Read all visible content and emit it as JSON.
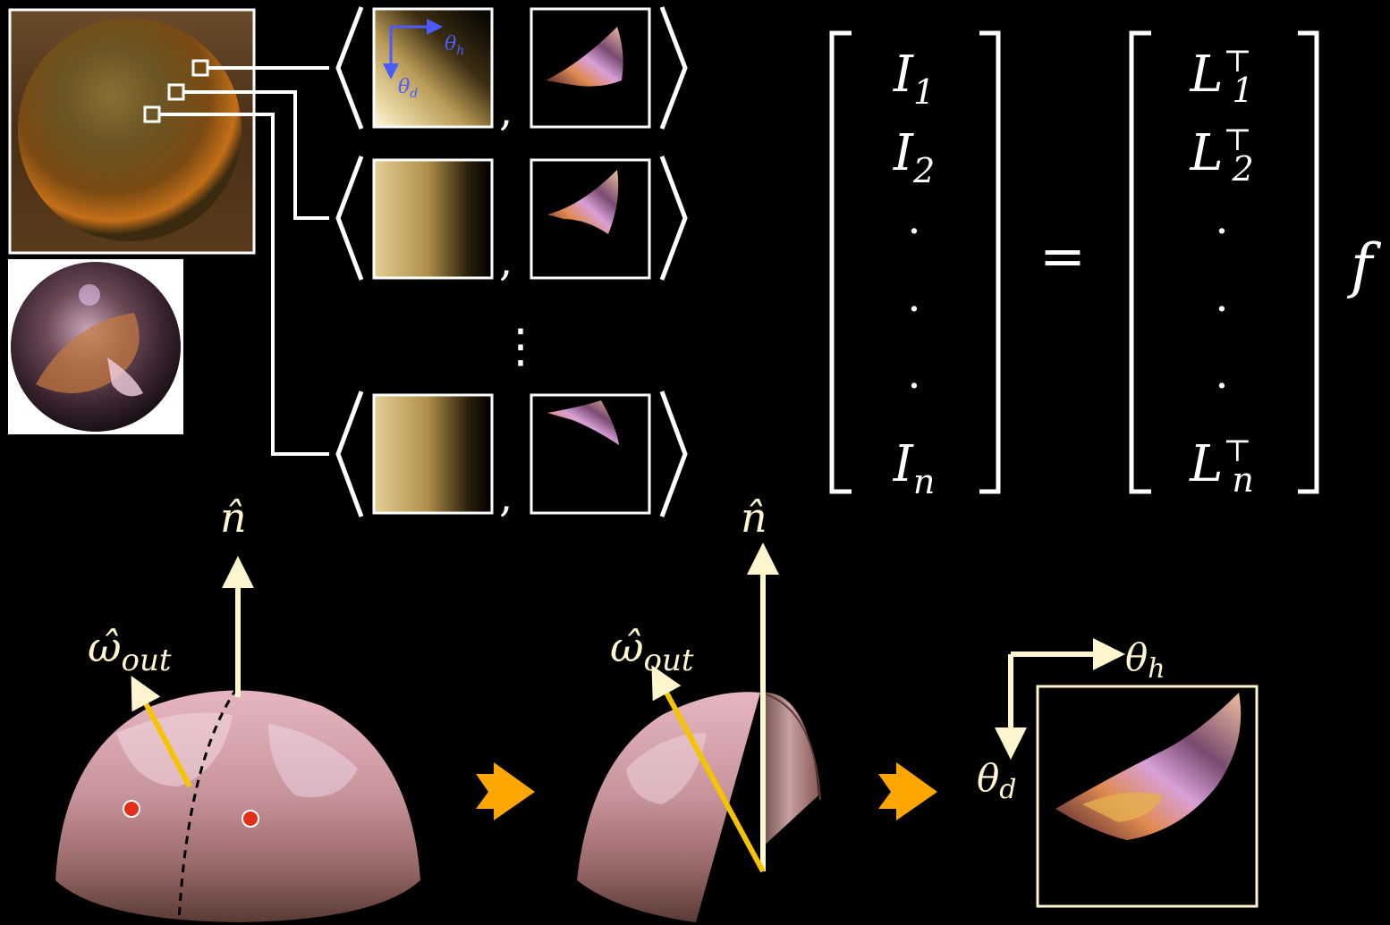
{
  "colors": {
    "background": "#000000",
    "line": "#ffffff",
    "axis_blue": "#4a5bff",
    "arrow_cream": "#fff6cf",
    "arrow_yellow": "#f5c400",
    "chevron_orange": "#ffa600",
    "marker_red": "#e0301a"
  },
  "top_left": {
    "sphere_alt": "rough-sphere-render",
    "mirror_alt": "mirror-ball-environment-map"
  },
  "pairs": {
    "axis_theta_h": "θ",
    "axis_theta_h_sub": "h",
    "axis_theta_d": "θ",
    "axis_theta_d_sub": "d",
    "comma": ",",
    "vdots": "⋮"
  },
  "equation": {
    "lhs": [
      {
        "base": "I",
        "sub": "1"
      },
      {
        "base": "I",
        "sub": "2"
      },
      {
        "base": "·"
      },
      {
        "base": "·"
      },
      {
        "base": "·"
      },
      {
        "base": "I",
        "sub": "n"
      }
    ],
    "equals": "=",
    "rhs": [
      {
        "base": "L",
        "sup": "⊤",
        "sub": "1"
      },
      {
        "base": "L",
        "sup": "⊤",
        "sub": "2"
      },
      {
        "base": "·"
      },
      {
        "base": "·"
      },
      {
        "base": "·"
      },
      {
        "base": "L",
        "sup": "⊤",
        "sub": "n"
      }
    ],
    "factor": "f"
  },
  "bottom": {
    "normal_label": "n̂",
    "omega_base": "ω̂",
    "omega_sub": "out",
    "theta": "θ",
    "theta_h_sub": "h",
    "theta_d_sub": "d"
  }
}
